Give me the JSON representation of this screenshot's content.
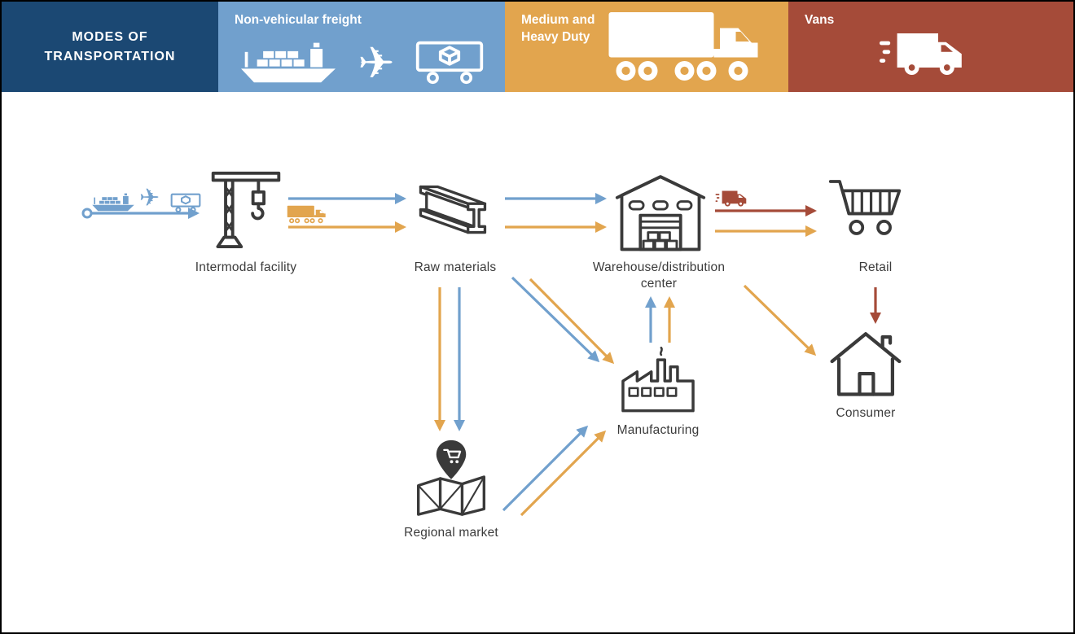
{
  "colors": {
    "navy": "#1b4873",
    "blue": "#71a0cd",
    "orange": "#e2a54e",
    "red": "#a54b39",
    "outline": "#3a3a3a",
    "white": "#ffffff"
  },
  "header": {
    "title_line1": "MODES OF",
    "title_line2": "TRANSPORTATION",
    "non_vehicular_label": "Non-vehicular freight",
    "medium_heavy_line1": "Medium and",
    "medium_heavy_line2": "Heavy Duty",
    "vans_label": "Vans"
  },
  "icons": {
    "airplane_glyph": "✈"
  },
  "legend": [
    {
      "mode": "Non-vehicular freight",
      "color": "#71a0cd"
    },
    {
      "mode": "Medium and Heavy Duty",
      "color": "#e2a54e"
    },
    {
      "mode": "Vans",
      "color": "#a54b39"
    }
  ],
  "nodes": {
    "intermodal": "Intermodal facility",
    "raw_materials": "Raw materials",
    "warehouse_line1": "Warehouse/distribution",
    "warehouse_line2": "center",
    "retail": "Retail",
    "consumer": "Consumer",
    "manufacturing": "Manufacturing",
    "regional_market": "Regional market"
  },
  "flows": [
    {
      "from": "Origin (ship/air/rail)",
      "to": "Intermodal facility",
      "mode": "Non-vehicular freight"
    },
    {
      "from": "Intermodal facility",
      "to": "Raw materials",
      "mode": "Non-vehicular freight"
    },
    {
      "from": "Intermodal facility",
      "to": "Raw materials",
      "mode": "Medium and Heavy Duty"
    },
    {
      "from": "Raw materials",
      "to": "Warehouse/distribution center",
      "mode": "Non-vehicular freight"
    },
    {
      "from": "Raw materials",
      "to": "Warehouse/distribution center",
      "mode": "Medium and Heavy Duty"
    },
    {
      "from": "Raw materials",
      "to": "Regional market",
      "mode": "Non-vehicular freight"
    },
    {
      "from": "Raw materials",
      "to": "Regional market",
      "mode": "Medium and Heavy Duty"
    },
    {
      "from": "Raw materials",
      "to": "Manufacturing",
      "mode": "Non-vehicular freight"
    },
    {
      "from": "Raw materials",
      "to": "Manufacturing",
      "mode": "Medium and Heavy Duty"
    },
    {
      "from": "Regional market",
      "to": "Manufacturing",
      "mode": "Non-vehicular freight"
    },
    {
      "from": "Regional market",
      "to": "Manufacturing",
      "mode": "Medium and Heavy Duty"
    },
    {
      "from": "Manufacturing",
      "to": "Warehouse/distribution center",
      "mode": "Non-vehicular freight"
    },
    {
      "from": "Manufacturing",
      "to": "Warehouse/distribution center",
      "mode": "Medium and Heavy Duty"
    },
    {
      "from": "Warehouse/distribution center",
      "to": "Retail",
      "mode": "Vans"
    },
    {
      "from": "Warehouse/distribution center",
      "to": "Retail",
      "mode": "Medium and Heavy Duty"
    },
    {
      "from": "Warehouse/distribution center",
      "to": "Consumer",
      "mode": "Medium and Heavy Duty"
    },
    {
      "from": "Retail",
      "to": "Consumer",
      "mode": "Vans"
    }
  ]
}
